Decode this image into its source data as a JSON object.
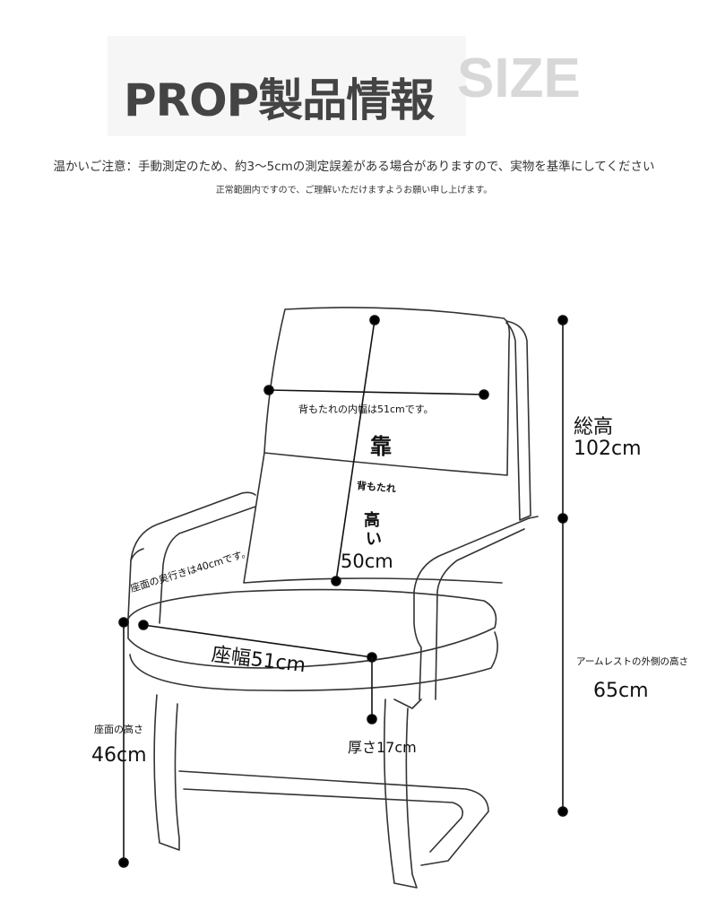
{
  "header": {
    "title": "PROP製品情報",
    "subtitle_en": "SIZE"
  },
  "notes": {
    "line1": "温かいご注意：手動測定のため、約3〜5cmの測定誤差がある場合がありますので、実物を基準にしてください",
    "line2": "正常範囲内ですので、ご理解いただけますようお願い申し上げます。"
  },
  "dimensions": {
    "back_inner_width": "背もたれの内幅は51cmです。",
    "back_char": "靠",
    "back_label": "背もたれ",
    "back_height_label": "高",
    "back_height_label2": "い",
    "back_height": "50cm",
    "seat_depth": "座面の奥行きは40cmです。",
    "seat_width": "座幅51cm",
    "thickness": "厚さ17cm",
    "seat_height_label": "座面の高さ",
    "seat_height": "46cm",
    "total_height_label": "総高",
    "total_height": "102cm",
    "armrest_label": "アームレストの外側の高さ",
    "armrest_height": "65cm"
  }
}
